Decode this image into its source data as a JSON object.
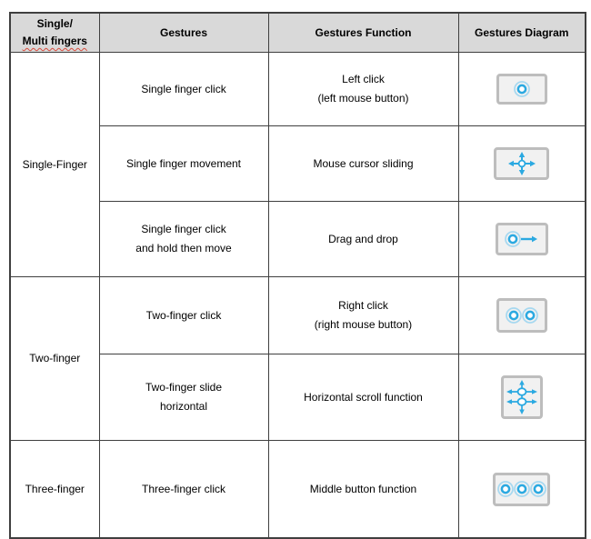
{
  "colors": {
    "header_bg": "#d9d9d9",
    "grid_border": "#3f3f3f",
    "accent_blue": "#2ba9e1",
    "accent_blue_light": "#a6d8f0",
    "pad_fill": "#f1f1f1",
    "pad_border": "#bdbdbd",
    "spellcheck_red": "#d84b3c",
    "text": "#000000"
  },
  "header": {
    "fingers_line1": "Single/",
    "fingers_line2": "Multi fingers",
    "gestures": "Gestures",
    "function": "Gestures Function",
    "diagram": "Gestures Diagram"
  },
  "groups": [
    {
      "label": "Single-Finger",
      "rows": [
        {
          "gesture": "Single finger click",
          "function": "Left click\n(left mouse button)",
          "diagram": "one-finger-tap"
        },
        {
          "gesture": "Single finger movement",
          "function": "Mouse cursor sliding",
          "diagram": "cursor-move"
        },
        {
          "gesture": "Single finger click\nand hold then move",
          "function": "Drag and drop",
          "diagram": "drag-and-drop"
        }
      ]
    },
    {
      "label": "Two-finger",
      "rows": [
        {
          "gesture": "Two-finger click",
          "function": "Right click\n(right mouse button)",
          "diagram": "two-finger-tap"
        },
        {
          "gesture": "Two-finger slide\nhorizontal",
          "function": "Horizontal scroll function",
          "diagram": "two-finger-horizontal-scroll"
        }
      ]
    },
    {
      "label": "Three-finger",
      "rows": [
        {
          "gesture": "Three-finger click",
          "function": "Middle button function",
          "diagram": "three-finger-tap"
        }
      ]
    }
  ]
}
